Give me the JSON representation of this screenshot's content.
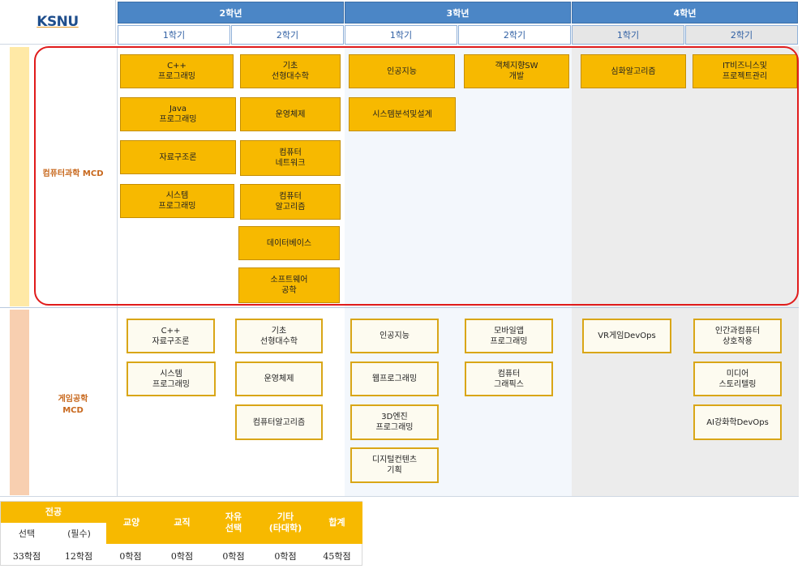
{
  "logo": {
    "text": "KSNU"
  },
  "years": [
    {
      "label": "2학년"
    },
    {
      "label": "3학년"
    },
    {
      "label": "4학년"
    }
  ],
  "semesters": [
    "1학기",
    "2학기",
    "1학기",
    "2학기",
    "1학기",
    "2학기"
  ],
  "tracks": [
    {
      "label": "컴퓨터과학 MCD"
    },
    {
      "label": "게임공학\nMCD"
    }
  ],
  "cs_courses": {
    "y2s1": [
      "C++\n프로그래밍",
      "Java\n프로그래밍",
      "자료구조론",
      "시스템\n프로그래밍"
    ],
    "y2s2": [
      "기초\n선형대수학",
      "운영체제",
      "컴퓨터\n네트워크",
      "컴퓨터\n알고리즘",
      "데이터베이스",
      "소프트웨어\n공학"
    ],
    "y3s1": [
      "인공지능",
      "시스템분석및설계"
    ],
    "y3s2": [
      "객체지향SW\n개발"
    ],
    "y4s1": [
      "심화알고리즘"
    ],
    "y4s2": [
      "IT비즈니스및\n프로젝트관리"
    ]
  },
  "game_courses": {
    "y2s1": [
      "C++\n자료구조론",
      "시스템\n프로그래밍"
    ],
    "y2s2": [
      "기초\n선형대수학",
      "운영체제",
      "컴퓨터알고리즘"
    ],
    "y3s1": [
      "인공지능",
      "웹프로그래밍",
      "3D엔진\n프로그래밍",
      "디지털컨텐츠\n기획"
    ],
    "y3s2": [
      "모바일앱\n프로그래밍",
      "컴퓨터\n그래픽스"
    ],
    "y4s1": [
      "VR게임DevOps"
    ],
    "y4s2": [
      "인간과컴퓨터\n상호작용",
      "미디어\n스토리텔링",
      "AI강화학DevOps"
    ]
  },
  "credits": {
    "major_header": "전공",
    "elective_header": "선택",
    "required_header": "(필수)",
    "general_header": "교양",
    "teaching_header": "교직",
    "free_header": "자유\n선택",
    "other_header": "기타\n(타대학)",
    "total_header": "합계",
    "elective_value": "33학점",
    "required_value": "12학점",
    "general_value": "0학점",
    "teaching_value": "0학점",
    "free_value": "0학점",
    "other_value": "0학점",
    "total_value": "45학점"
  },
  "colors": {
    "header_blue": "#4b86c6",
    "course_fill": "#f7b900",
    "highlight_red": "#e01b1b",
    "track_label": "#c8681d"
  }
}
